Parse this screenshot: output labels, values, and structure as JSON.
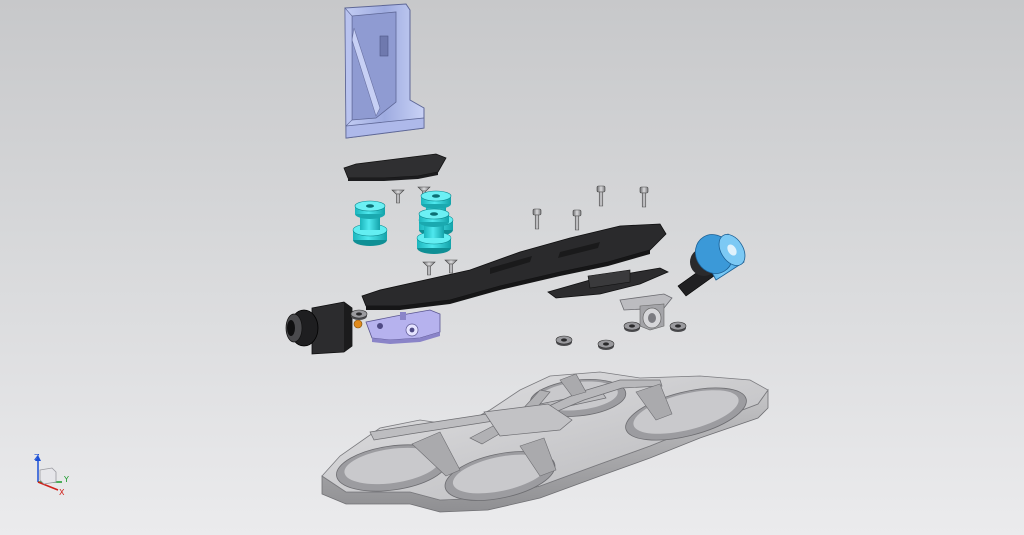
{
  "viewport": {
    "background_top": "#c7c8ca",
    "background_bottom": "#ebebed"
  },
  "model": {
    "parts": [
      {
        "name": "battery-strap-mount",
        "color": "#a9b6e8"
      },
      {
        "name": "top-plate",
        "color": "#2f2f31"
      },
      {
        "name": "rubber-dampers",
        "color": "#2ad2d8"
      },
      {
        "name": "main-frame-plate",
        "color": "#262628"
      },
      {
        "name": "fpv-camera",
        "color": "#2c2c2e"
      },
      {
        "name": "camera-bracket",
        "color": "#b6b2ee"
      },
      {
        "name": "motor",
        "color": "#4db0ee"
      },
      {
        "name": "antenna-mount",
        "color": "#bcbcc0"
      },
      {
        "name": "ducted-frame",
        "color": "#b4b4b6"
      }
    ]
  },
  "triad": {
    "z_label": "Z",
    "y_label": "Y",
    "x_label": "X",
    "z_color": "#1a4fd6",
    "y_color": "#1a9a2a",
    "x_color": "#d0201a"
  }
}
